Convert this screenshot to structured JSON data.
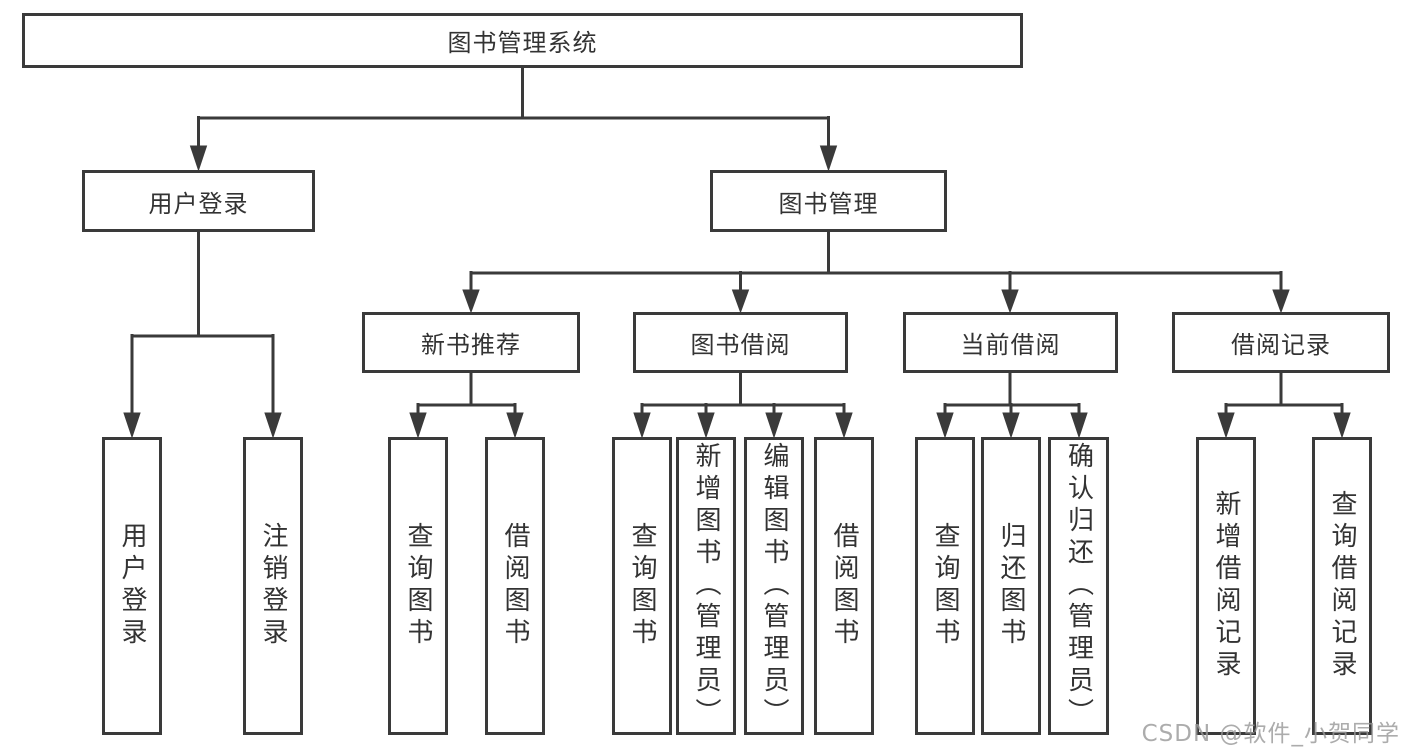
{
  "nodes": {
    "root": "图书管理系统",
    "user_login": "用户登录",
    "book_management": "图书管理",
    "new_book_recommend": "新书推荐",
    "book_borrow": "图书借阅",
    "current_borrow": "当前借阅",
    "borrow_records": "借阅记录"
  },
  "leaves": {
    "user_login": "用户登录",
    "logout": "注销登录",
    "recommend_search_book": "查询图书",
    "recommend_borrow_book": "借阅图书",
    "borrow_search_book": "查询图书",
    "borrow_add_book": "新增图书（管理员）",
    "borrow_edit_book": "编辑图书（管理员）",
    "borrow_borrow_book": "借阅图书",
    "current_search_book": "查询图书",
    "current_return_book": "归还图书",
    "current_confirm_return": "确认归还（管理员）",
    "records_add_record": "新增借阅记录",
    "records_search_record": "查询借阅记录"
  },
  "watermark": "CSDN @软件_小贺同学",
  "colors": {
    "line": "#3a3a3a",
    "text": "#333333",
    "background": "#ffffff",
    "watermark": "#9a9a9a"
  }
}
